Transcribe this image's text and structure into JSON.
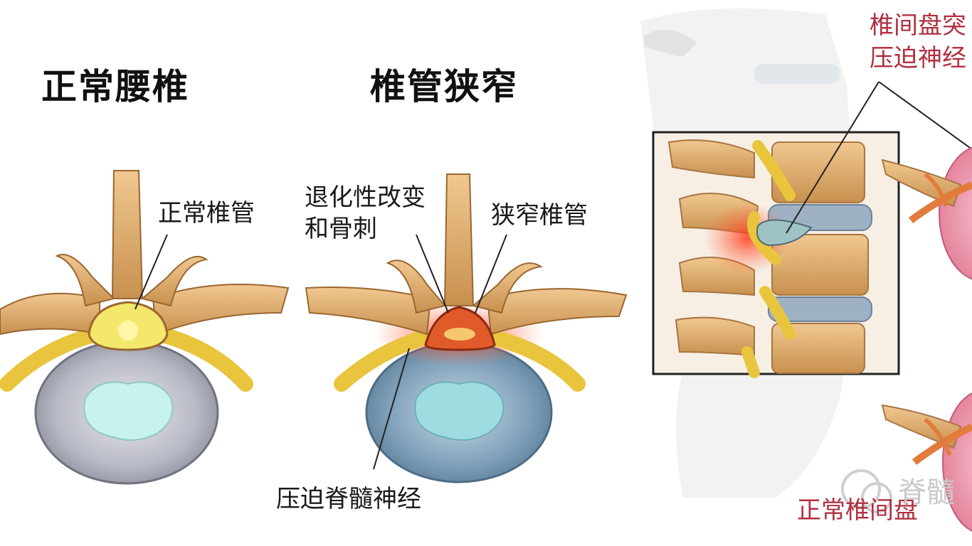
{
  "diagram": {
    "panels": {
      "normal": {
        "title": "正常腰椎",
        "canal_label": "正常椎管"
      },
      "stenosis": {
        "title": "椎管狭窄",
        "degeneration_label_line1": "退化性改变",
        "degeneration_label_line2": "和骨刺",
        "narrow_canal_label": "狭窄椎管",
        "compressed_cord_label": "压迫脊髓神经"
      },
      "herniation": {
        "label_line1": "椎间盘突",
        "label_line2": "压迫神经",
        "normal_disc_label": "正常椎间盘"
      }
    },
    "watermark": "脊髓"
  }
}
